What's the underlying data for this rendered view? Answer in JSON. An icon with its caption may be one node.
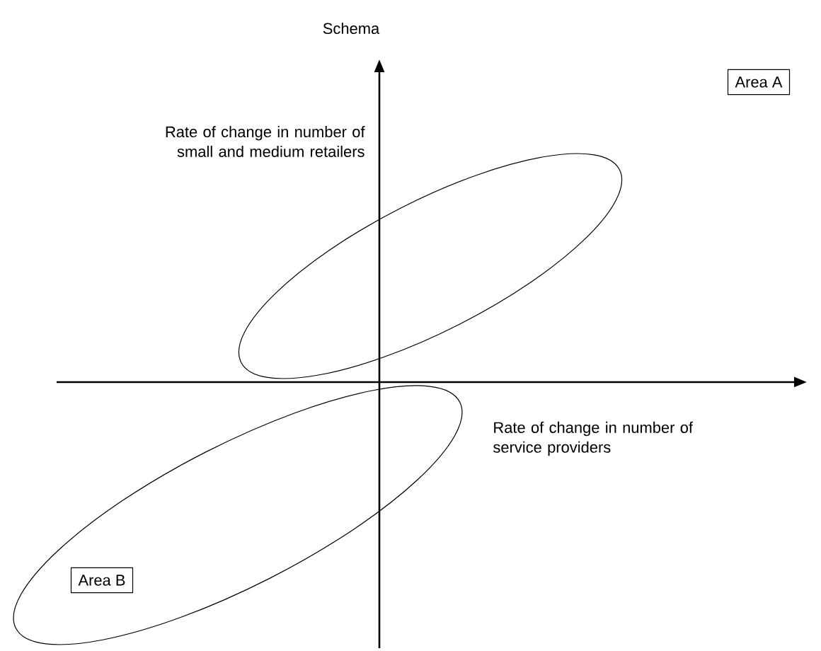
{
  "diagram": {
    "nodes": [
      {
        "text": [
          "Area A"
        ]
      },
      {
        "text": [],
        "shape": "ellipse"
      },
      {
        "text": [],
        "shape": "ellipse"
      },
      {
        "text": [
          "Area B"
        ],
        "in": 2
      }
    ],
    "labels": [
      "Schema",
      "Rate of change in number of small and medium retailers",
      "Rate of change in number of service providers"
    ]
  }
}
